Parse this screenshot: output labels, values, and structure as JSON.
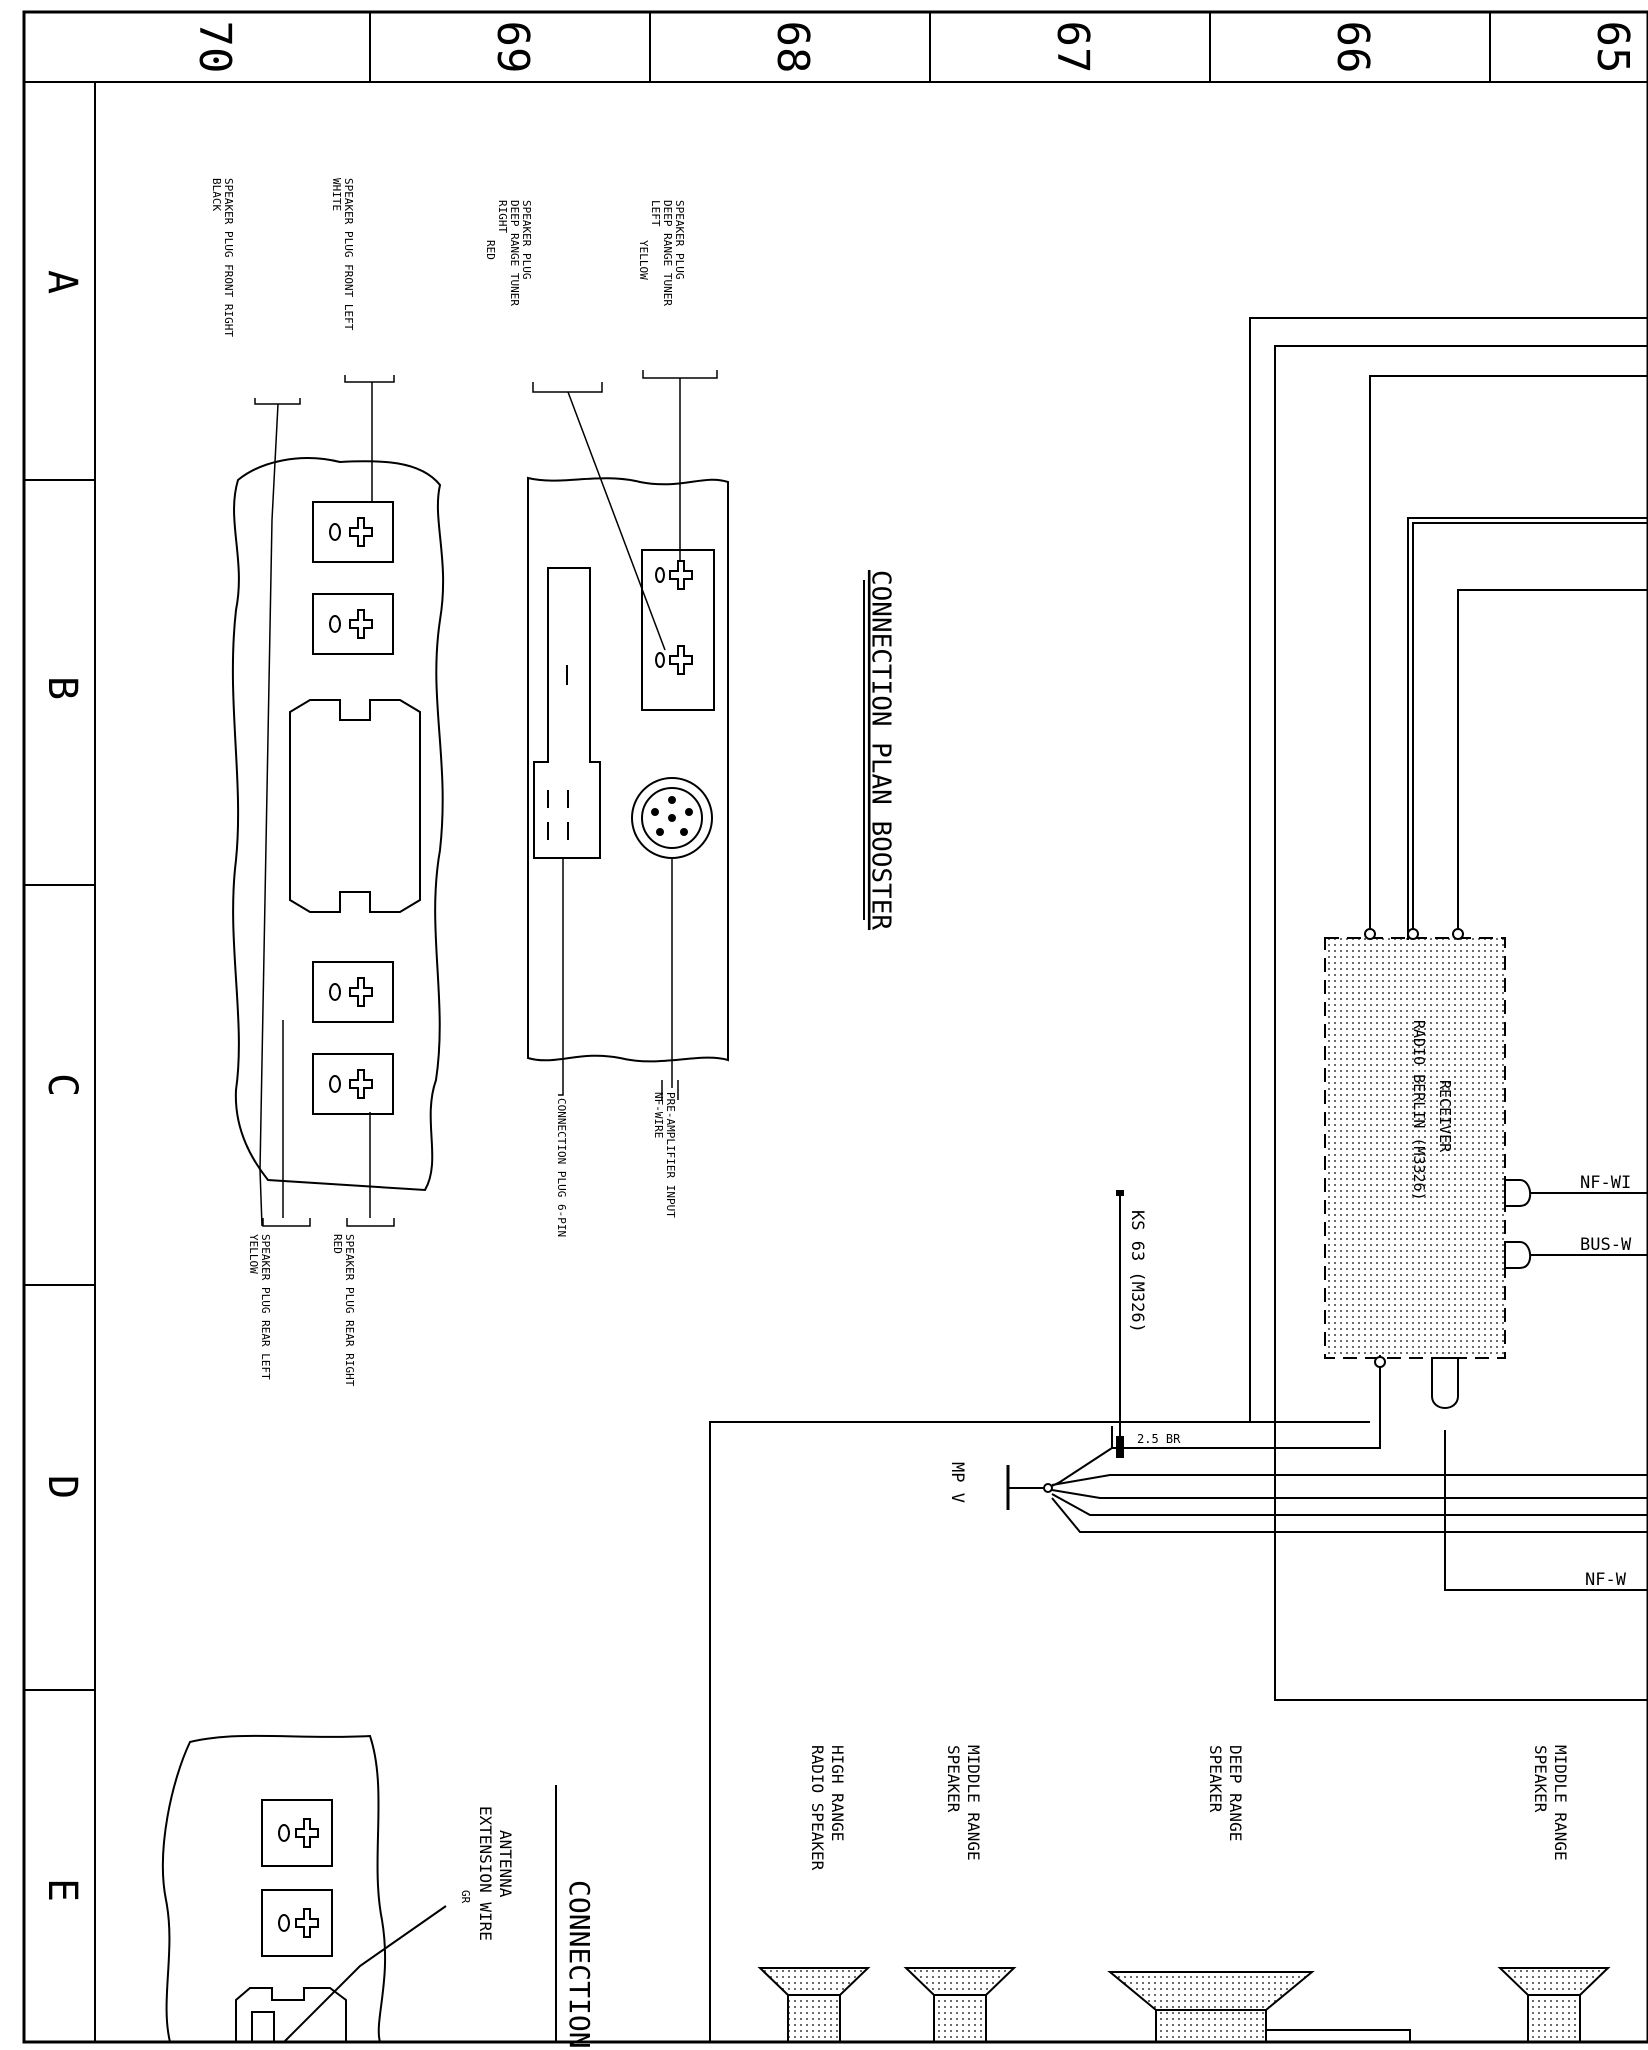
{
  "frame": {
    "column_numbers": [
      "70",
      "69",
      "68",
      "67",
      "66",
      "65"
    ],
    "row_letters": [
      "A",
      "B",
      "C",
      "D",
      "E"
    ]
  },
  "booster": {
    "title": "CONNECTION PLAN BOOSTER",
    "labels": {
      "front_right": [
        "SPEAKER PLUG FRONT RIGHT",
        "BLACK"
      ],
      "front_left": [
        "SPEAKER PLUG FRONT LEFT",
        "WHITE"
      ],
      "deep_right": [
        "SPEAKER PLUG",
        "DEEP RANGE TUNER",
        "RIGHT",
        "RED"
      ],
      "deep_left": [
        "SPEAKER PLUG",
        "DEEP RANGE TUNER",
        "LEFT",
        "YELLOW"
      ],
      "rear_left": [
        "SPEAKER PLUG REAR LEFT",
        "YELLOW"
      ],
      "rear_right": [
        "SPEAKER PLUG REAR RIGHT",
        "RED"
      ],
      "connection_plug": "CONNECTION PLUG 6-PIN",
      "preamp": [
        "PRE-AMPLIFIER INPUT",
        "NF-WIRE"
      ]
    }
  },
  "receiver": {
    "lines": [
      "RECEIVER",
      "RADIO BERLIN (M3326)"
    ],
    "nf_wire_top": "NF-WI",
    "bus_wire": "BUS-W",
    "nf_wire_bottom": "NF-W"
  },
  "ground": {
    "ks_label": "KS 63 (M326)",
    "wire_label": "2.5 BR",
    "point_label": "MP V"
  },
  "speakers": {
    "high_range": [
      "HIGH RANGE",
      "RADIO SPEAKER"
    ],
    "middle_range_1": [
      "MIDDLE RANGE",
      "SPEAKER"
    ],
    "deep_range": [
      "DEEP RANGE",
      "SPEAKER"
    ],
    "middle_range_2": [
      "MIDDLE RANGE",
      "SPEAKER"
    ]
  },
  "lower_section": {
    "title_fragment": "CONNECTION",
    "antenna": [
      "ANTENNA",
      "EXTENSION WIRE",
      "GR"
    ]
  }
}
